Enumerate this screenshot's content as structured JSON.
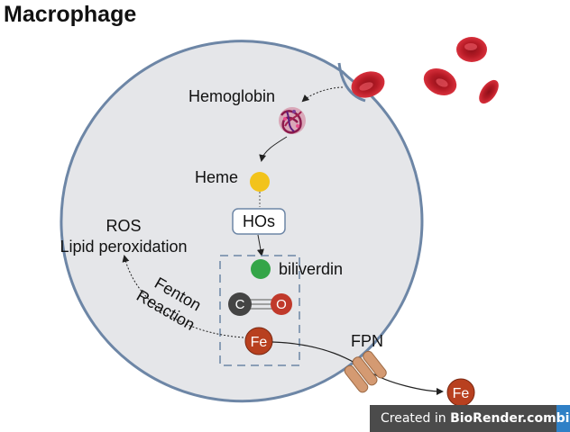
{
  "title": "Macrophage",
  "labels": {
    "hemoglobin": "Hemoglobin",
    "heme": "Heme",
    "hos": "HOs",
    "biliverdin": "biliverdin",
    "ros": "ROS",
    "lipid": "Lipid peroxidation",
    "fenton": "Fenton",
    "reaction": "Reaction",
    "fpn": "FPN"
  },
  "atoms": {
    "carbon": "C",
    "oxygen": "O",
    "iron": "Fe"
  },
  "badge": {
    "prefix": "Created in ",
    "brand": "BioRender.com",
    "logo": "bio"
  },
  "colors": {
    "cell_fill": "#e5e6e9",
    "cell_stroke": "#6d86a6",
    "rbc": "#c8212e",
    "heme": "#f2c31b",
    "biliverdin": "#34a548",
    "iron": "#b8401f",
    "carbon": "#444444",
    "oxygen": "#c0392b",
    "ferroportin": "#d49a72",
    "badge_bg": "#4b4b4b",
    "badge_logo": "#2f80c6"
  }
}
